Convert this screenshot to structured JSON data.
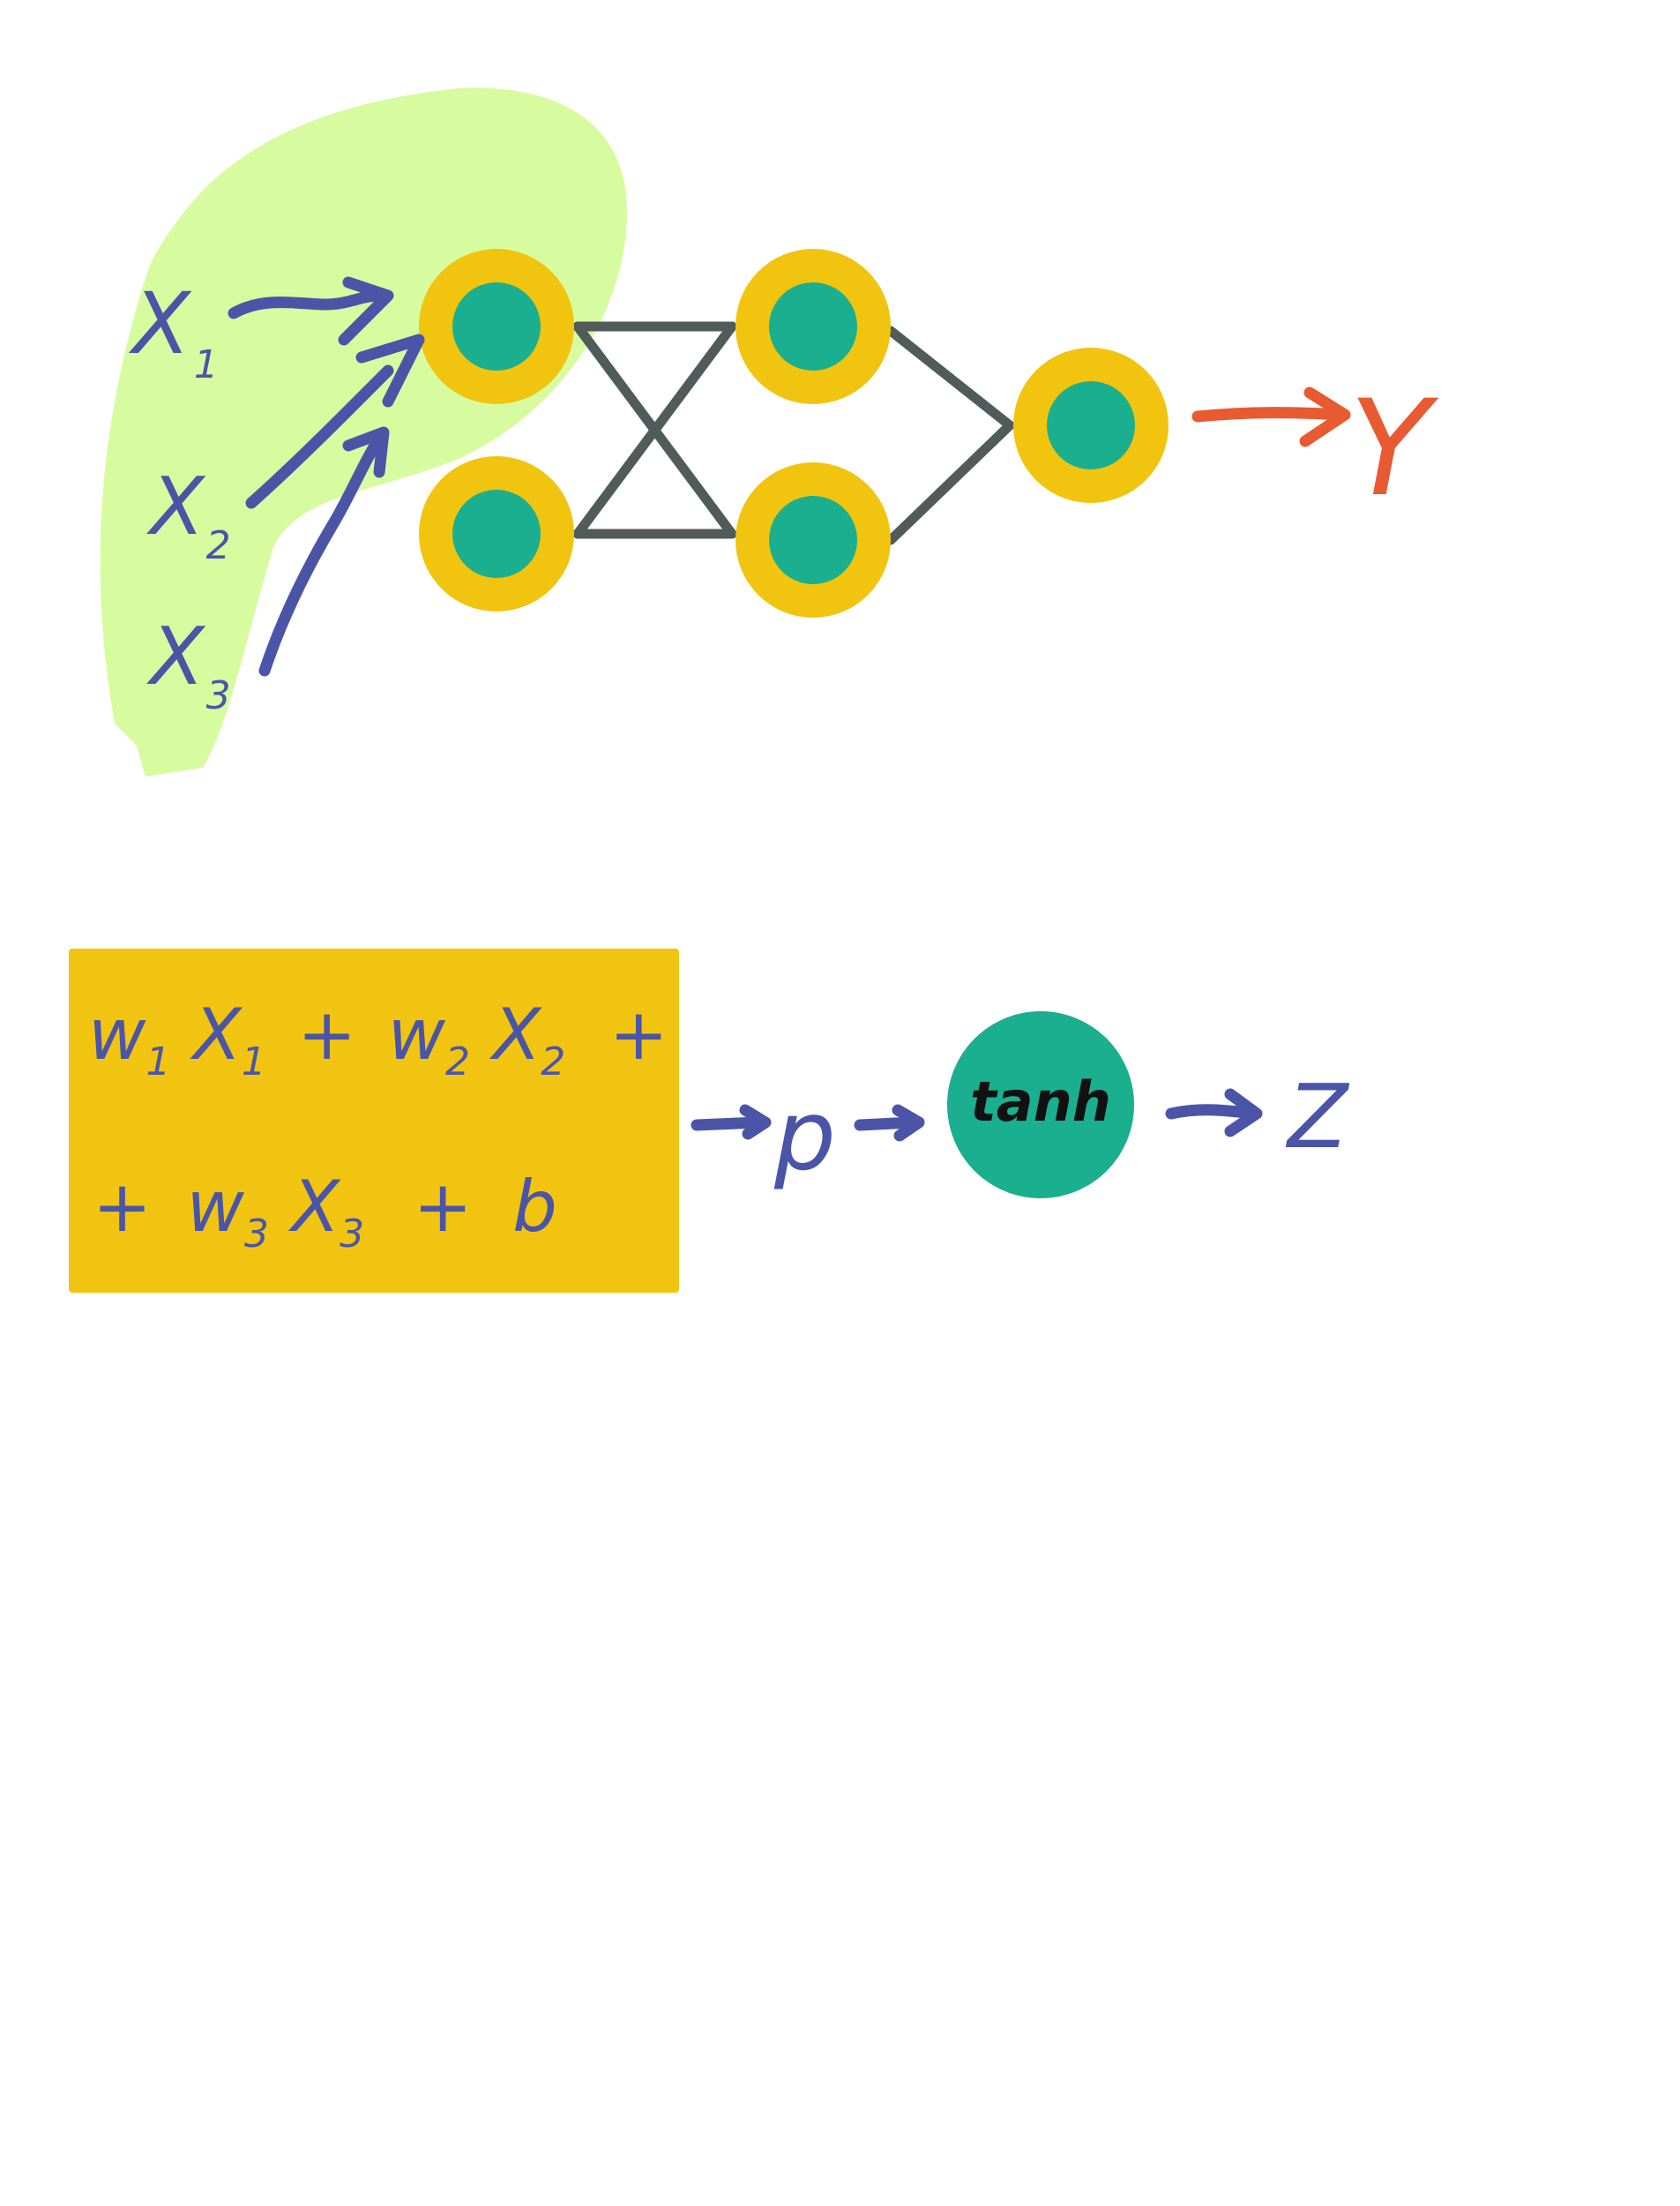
{
  "colors": {
    "node_ring": "#f1c40f",
    "node_core": "#1aaf8f",
    "edge": "#505b5a",
    "ink_blue": "#4a55a8",
    "ink_red": "#e85a32",
    "highlight": "#b8fb54",
    "formula_box": "#f1c411"
  },
  "inputs": [
    {
      "letter": "X",
      "sub": "1"
    },
    {
      "letter": "X",
      "sub": "2"
    },
    {
      "letter": "X",
      "sub": "3"
    }
  ],
  "output": {
    "label": "Y"
  },
  "formula": {
    "line1": [
      {
        "base": "w",
        "sub": "1"
      },
      {
        "base": "X",
        "sub": "1"
      },
      {
        "op": "+"
      },
      {
        "base": "w",
        "sub": "2"
      },
      {
        "base": "X",
        "sub": "2"
      },
      {
        "op": "+"
      }
    ],
    "line2": [
      {
        "op": "+"
      },
      {
        "base": "w",
        "sub": "3"
      },
      {
        "base": "X",
        "sub": "3"
      },
      {
        "op": "+"
      },
      {
        "base": "b",
        "sub": ""
      }
    ]
  },
  "flow": {
    "p_label": "p",
    "activation": "tanh",
    "z_label": "Z"
  }
}
